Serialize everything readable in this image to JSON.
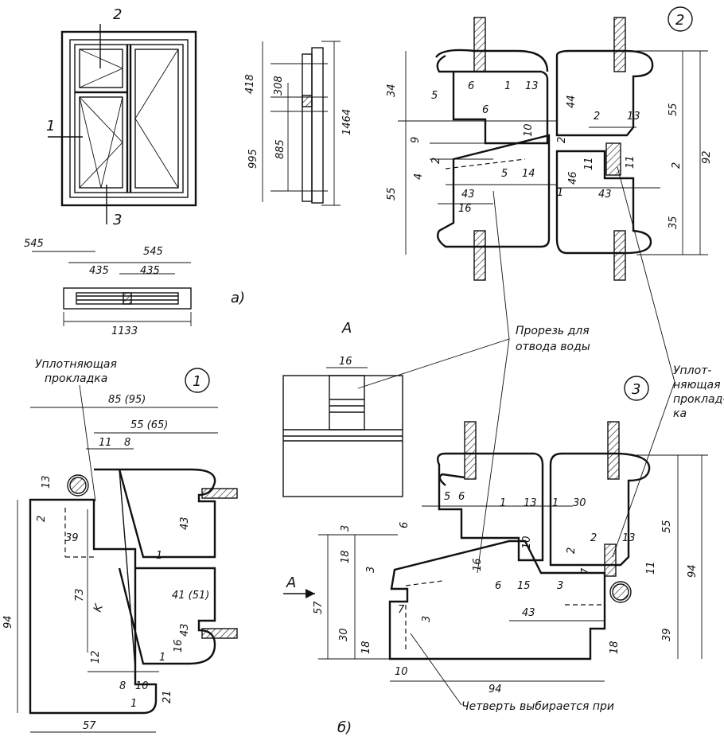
{
  "labels": {
    "callout_1": "1",
    "callout_2": "2",
    "callout_3": "3",
    "part_a": "а)",
    "part_b": "б)",
    "section_A": "A",
    "arrow_A": "A",
    "slot_label_1": "Прорезь для",
    "slot_label_2": "отвода воды",
    "seal_label_left_1": "Уплотняющая",
    "seal_label_left_2": "прокладка",
    "seal_label_right_1": "Уплот-",
    "seal_label_right_2": "няющая",
    "seal_label_right_3": "проклад-",
    "seal_label_right_4": "ка",
    "quarter_note": "Четверть выбирается при",
    "mark_K": "K"
  },
  "dims": {
    "elev_418": "418",
    "elev_308": "308",
    "elev_995": "995",
    "elev_885": "885",
    "elev_1464": "1464",
    "plan_545a": "545",
    "plan_545b": "545",
    "plan_435a": "435",
    "plan_435b": "435",
    "plan_1133": "1133",
    "d1_85": "85 (95)",
    "d1_55": "55 (65)",
    "d1_11": "11",
    "d1_8": "8",
    "d1_13": "13",
    "d1_2": "2",
    "d1_39": "39",
    "d1_43a": "43",
    "d1_73": "73",
    "d1_1a": "1",
    "d1_41": "41 (51)",
    "d1_43b": "43",
    "d1_16": "16",
    "d1_94": "94",
    "d1_12": "12",
    "d1_1b": "1",
    "d1_8b": "8",
    "d1_10": "10",
    "d1_1c": "1",
    "d1_21": "21",
    "d1_57": "57",
    "d2_34": "34",
    "d2_5": "5",
    "d2_6a": "6",
    "d2_1": "1",
    "d2_13a": "13",
    "d2_6b": "6",
    "d2_44": "44",
    "d2_55a": "55",
    "d2_10": "10",
    "d2_9": "9",
    "d2_2a": "2",
    "d2_2b": "2",
    "d2_13b": "13",
    "d2_92": "92",
    "d2_4": "4",
    "d2_2c": "2",
    "d2_5b": "5",
    "d2_14": "14",
    "d2_46": "46",
    "d2_11a": "11",
    "d2_11b": "11",
    "d2_2d": "2",
    "d2_55b": "55",
    "d2_43a": "43",
    "d2_1b": "1",
    "d2_43b": "43",
    "d2_16": "16",
    "d2_35": "35",
    "dA_16": "16",
    "d3_5": "5",
    "d3_6a": "6",
    "d3_1a": "1",
    "d3_13a": "13",
    "d3_1b": "1",
    "d3_30a": "30",
    "d3_55": "55",
    "d3_3a": "3",
    "d3_6b": "6",
    "d3_10": "10",
    "d3_18a": "18",
    "d3_2": "2",
    "d3_2b": "2",
    "d3_13b": "13",
    "d3_3b": "3",
    "d3_16": "16",
    "d3_7a": "7",
    "d3_11": "11",
    "d3_94a": "94",
    "d3_57": "57",
    "d3_6c": "6",
    "d3_15": "15",
    "d3_3c": "3",
    "d3_7b": "7",
    "d3_3d": "3",
    "d3_43": "43",
    "d3_30b": "30",
    "d3_39": "39",
    "d3_18b": "18",
    "d3_18c": "18",
    "d3_10b": "10",
    "d3_94b": "94"
  }
}
